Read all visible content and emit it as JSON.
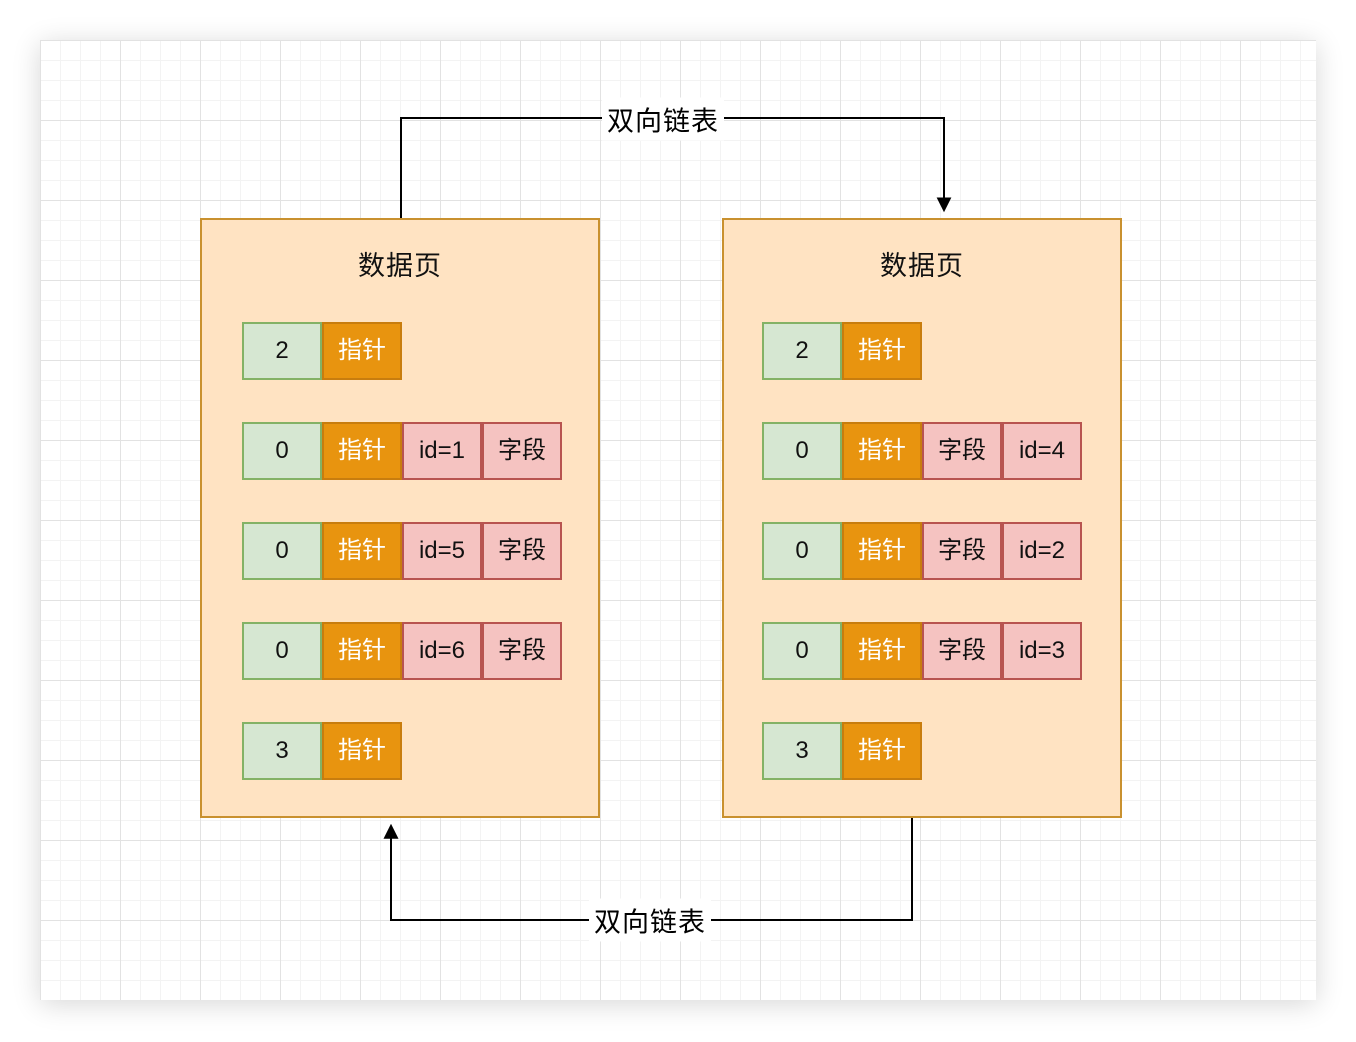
{
  "diagram": {
    "top_link_label": "双向链表",
    "bottom_link_label": "双向链表",
    "colors": {
      "page_fill": "#FFE3C2",
      "page_border": "#C9912F",
      "record_number_fill": "#D6E7D2",
      "record_number_border": "#84B266",
      "pointer_fill": "#E8940F",
      "pointer_border": "#C87D0E",
      "data_fill": "#F5C3C1",
      "data_border": "#B85450",
      "connector": "#000000"
    },
    "pages": [
      {
        "title": "数据页",
        "rows": [
          {
            "cells": [
              {
                "label": "2"
              },
              {
                "label": "指针"
              }
            ]
          },
          {
            "cells": [
              {
                "label": "0"
              },
              {
                "label": "指针"
              },
              {
                "label": "id=1"
              },
              {
                "label": "字段"
              }
            ]
          },
          {
            "cells": [
              {
                "label": "0"
              },
              {
                "label": "指针"
              },
              {
                "label": "id=5"
              },
              {
                "label": "字段"
              }
            ]
          },
          {
            "cells": [
              {
                "label": "0"
              },
              {
                "label": "指针"
              },
              {
                "label": "id=6"
              },
              {
                "label": "字段"
              }
            ]
          },
          {
            "cells": [
              {
                "label": "3"
              },
              {
                "label": "指针"
              }
            ]
          }
        ]
      },
      {
        "title": "数据页",
        "rows": [
          {
            "cells": [
              {
                "label": "2"
              },
              {
                "label": "指针"
              }
            ]
          },
          {
            "cells": [
              {
                "label": "0"
              },
              {
                "label": "指针"
              },
              {
                "label": "字段"
              },
              {
                "label": "id=4"
              }
            ]
          },
          {
            "cells": [
              {
                "label": "0"
              },
              {
                "label": "指针"
              },
              {
                "label": "字段"
              },
              {
                "label": "id=2"
              }
            ]
          },
          {
            "cells": [
              {
                "label": "0"
              },
              {
                "label": "指针"
              },
              {
                "label": "字段"
              },
              {
                "label": "id=3"
              }
            ]
          },
          {
            "cells": [
              {
                "label": "3"
              },
              {
                "label": "指针"
              }
            ]
          }
        ]
      }
    ]
  }
}
